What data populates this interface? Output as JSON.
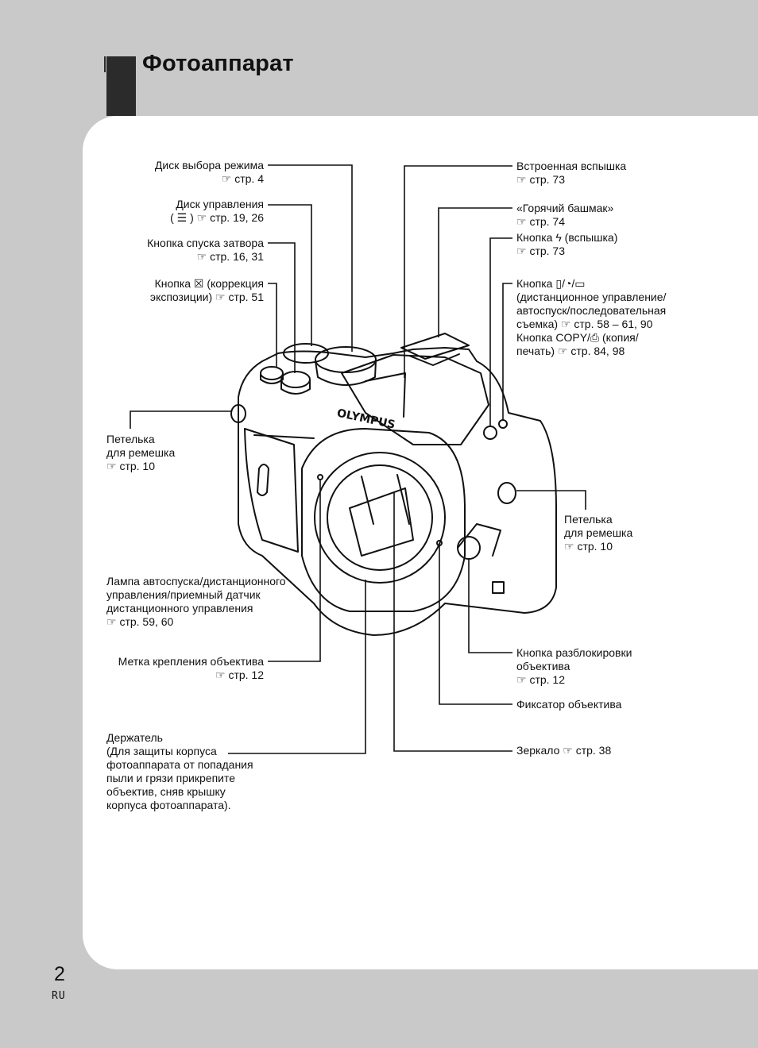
{
  "page": {
    "title": "Фотоаппарат",
    "number": "2",
    "lang": "RU"
  },
  "labels": {
    "mode_dial": "Диск выбора режима\n☞ стр. 4",
    "control_dial": "Диск управления\n( ☰ ) ☞ стр. 19, 26",
    "shutter_button": "Кнопка спуска затвора\n☞ стр. 16, 31",
    "exposure_button": "Кнопка ☒ (коррекция\nэкспозиции) ☞ стр. 51",
    "strap_left": "Петелька\nдля ремешка\n☞ стр. 10",
    "self_timer_lamp": "Лампа автоспуска/дистанционного\nуправления/приемный датчик\nдистанционного управления\n☞ стр. 59, 60",
    "lens_mark": "Метка крепления объектива\n☞ стр. 12",
    "mount_cap": "Держатель\n(Для защиты корпуса\nфотоаппарата от попадания\nпыли и грязи прикрепите\nобъектив, сняв крышку\nкорпуса фотоаппарата).",
    "builtin_flash": "Встроенная вспышка\n☞ стр. 73",
    "hot_shoe": "«Горячий башмак»\n☞ стр. 74",
    "flash_button": "Кнопка ϟ (вспышка)\n☞ стр. 73",
    "drive_button": "Кнопка ▯/◔/▭\n(дистанционное управление/\nавтоспуск/последовательная\nсъемка) ☞ стр. 58 – 61, 90\nКнопка COPY/⎙ (копия/\nпечать) ☞ стр. 84, 98",
    "strap_right": "Петелька\nдля ремешка\n☞ стр. 10",
    "lens_release": "Кнопка разблокировки\nобъектива\n☞ стр. 12",
    "lens_lock": "Фиксатор объектива",
    "mirror": "Зеркало ☞ стр. 38"
  },
  "camera": {
    "brand_text": "OLYMPUS"
  }
}
